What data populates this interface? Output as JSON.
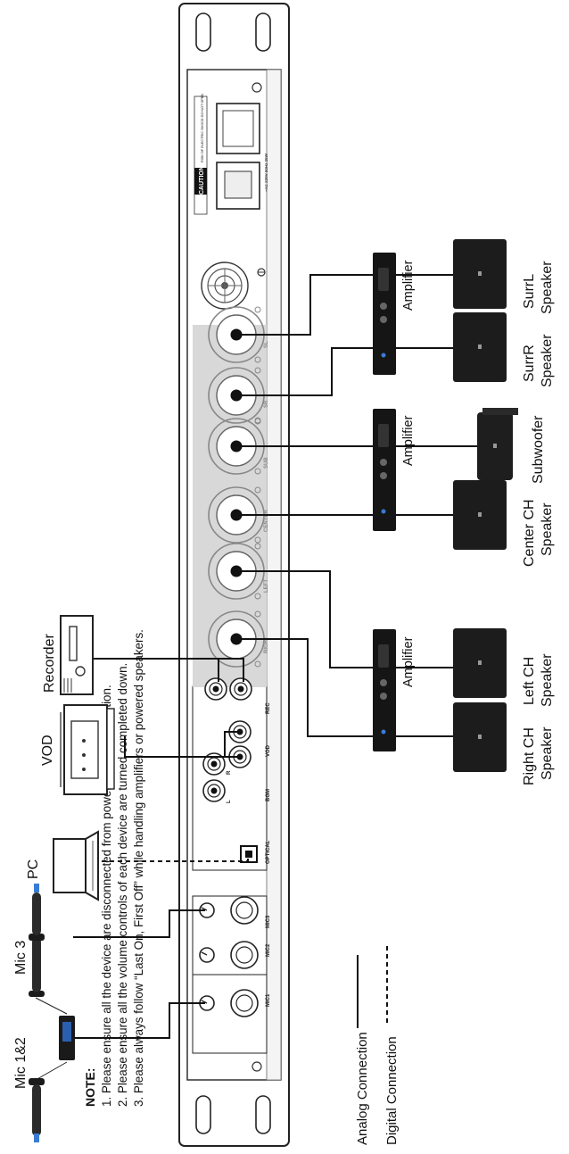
{
  "note": {
    "title": "NOTE:",
    "lines": [
      "1. Please ensure all the device are disconnected from power before connection.",
      "2. Please ensure all the volume controls of each device are turned completed down.",
      "3. Please always follow “Last On, First Off” while handling amplifiers or powered speakers."
    ]
  },
  "sources": {
    "mic12": "Mic 1&2",
    "mic3": "Mic 3",
    "pc": "PC",
    "vod": "VOD",
    "recorder": "Recorder"
  },
  "amplifier_label": "Amplifier",
  "speakers": {
    "right": [
      "Right CH",
      "Speaker"
    ],
    "left": [
      "Left CH",
      "Speaker"
    ],
    "center": [
      "Center CH",
      "Speaker"
    ],
    "sub": [
      "Subwoofer"
    ],
    "surr_r": [
      "SurrR",
      "Speaker"
    ],
    "surr_l": [
      "SurrL",
      "Speaker"
    ]
  },
  "legend": {
    "analog": "Analog Connection",
    "digital": "Digital Connection"
  },
  "panel": {
    "ports": {
      "mic1": "MIC1",
      "mic2": "MIC2",
      "mic3": "MIC3",
      "optical": "OPTICAL",
      "bgm": "BGM",
      "vod": "VOD",
      "rec": "REC",
      "l": "L",
      "r": "R",
      "outputs": [
        "RIGHT",
        "LEFT",
        "CENTER",
        "SUB",
        "SR",
        "SL"
      ]
    },
    "caution": "CAUTION",
    "warning": "RISK OF ELECTRIC SHOCK DO NOT OPEN",
    "power_rating": "~AC 220V 50Hz 25W"
  }
}
